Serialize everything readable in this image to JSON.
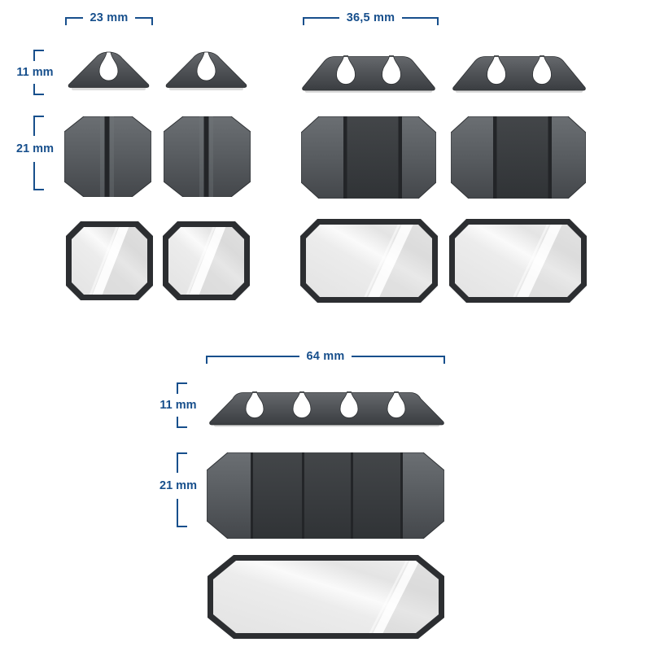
{
  "page": {
    "background": "#ffffff"
  },
  "colors": {
    "dimension": "#174f8c",
    "clip_light": "#66696d",
    "clip_dark": "#3a3d41",
    "channel": "#232528",
    "pad_border": "#2c2e31",
    "pad_liner": "#ececec",
    "adhesive_strip": "#dcdcdc"
  },
  "groups": {
    "small": {
      "width_label": "23 mm",
      "side_height_label": "11 mm",
      "top_height_label": "21 mm",
      "slot_count": 1,
      "quantity": 2
    },
    "medium": {
      "width_label": "36,5 mm",
      "slot_count": 2,
      "quantity": 2
    },
    "large": {
      "width_label": "64 mm",
      "side_height_label": "11 mm",
      "top_height_label": "21 mm",
      "slot_count": 4,
      "quantity": 1
    }
  }
}
